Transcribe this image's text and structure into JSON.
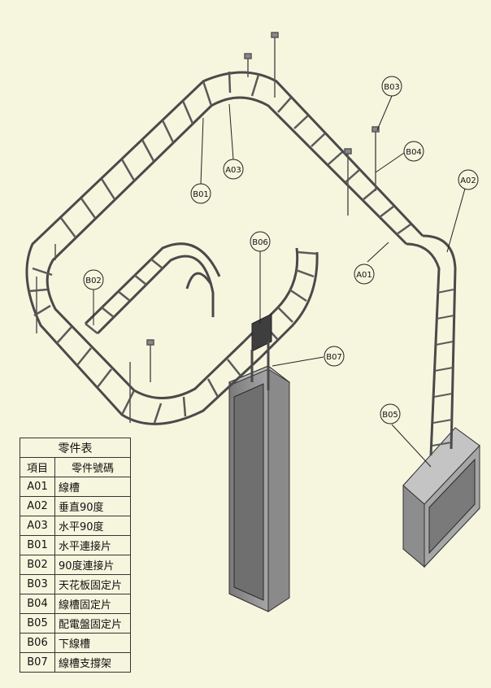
{
  "callouts": [
    {
      "id": "b01",
      "label": "B01"
    },
    {
      "id": "a03",
      "label": "A03"
    },
    {
      "id": "b03",
      "label": "B03"
    },
    {
      "id": "b04",
      "label": "B04"
    },
    {
      "id": "a02",
      "label": "A02"
    },
    {
      "id": "a01",
      "label": "A01"
    },
    {
      "id": "b06",
      "label": "B06"
    },
    {
      "id": "b02",
      "label": "B02"
    },
    {
      "id": "b07",
      "label": "B07"
    },
    {
      "id": "b05",
      "label": "B05"
    }
  ],
  "parts_table": {
    "title": "零件表",
    "header": {
      "code": "項目",
      "name": "零件號碼"
    },
    "rows": [
      {
        "code": "A01",
        "name": "線槽"
      },
      {
        "code": "A02",
        "name": "垂直90度"
      },
      {
        "code": "A03",
        "name": "水平90度"
      },
      {
        "code": "B01",
        "name": "水平連接片"
      },
      {
        "code": "B02",
        "name": "90度連接片"
      },
      {
        "code": "B03",
        "name": "天花板固定片"
      },
      {
        "code": "B04",
        "name": "線槽固定片"
      },
      {
        "code": "B05",
        "name": "配電盤固定片"
      },
      {
        "code": "B06",
        "name": "下線槽"
      },
      {
        "code": "B07",
        "name": "線槽支撐架"
      }
    ]
  },
  "colors": {
    "background": "#f6f5de",
    "tray_frame": "#4a4a4a",
    "tray_fill": "#b9b9b9",
    "cabinet_body": "#8c8c8c",
    "cabinet_panel": "#6f6f6f"
  }
}
